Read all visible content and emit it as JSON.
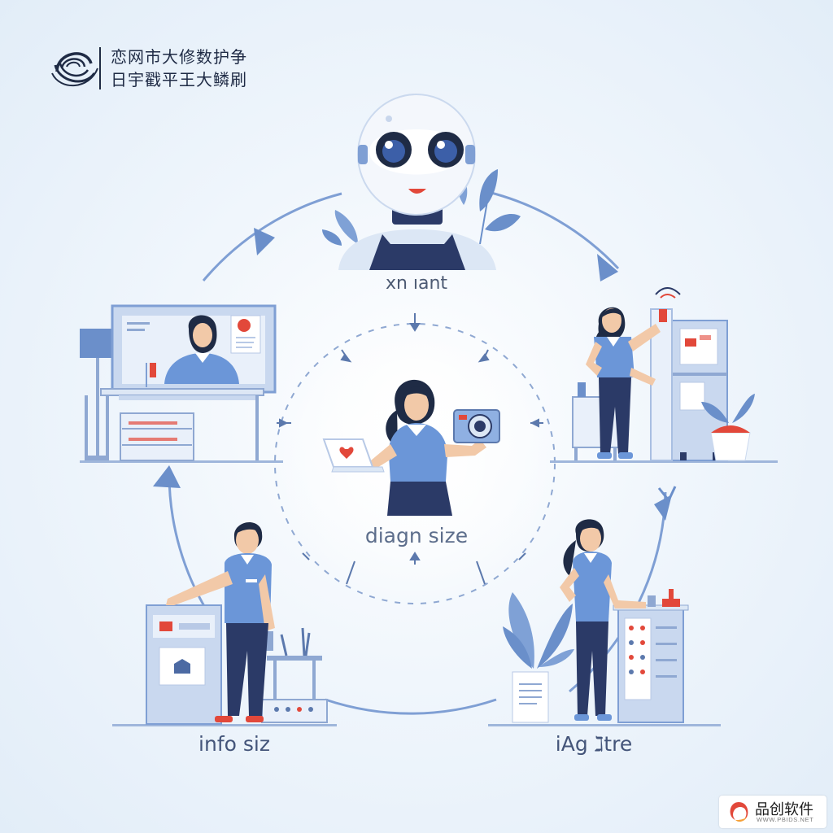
{
  "logo": {
    "line1": "恋网市大修数护争",
    "line2": "日宇戳平王大鳞刷"
  },
  "labels": {
    "top": "xn ıant",
    "center": "diagn size",
    "bottom_left": "info siz",
    "bottom_right": "iAg ℷtre"
  },
  "watermark": {
    "text": "品创软件",
    "url": "WWW.PBIDS.NET"
  },
  "colors": {
    "primary_blue": "#7ea2dd",
    "navy": "#2b3a67",
    "accent_red": "#e2483a",
    "arrow_blue": "#6b8fca"
  },
  "icons": {
    "logo": "swirl-logo-icon",
    "robot": "robot-icon",
    "camera": "camera-icon",
    "laptop": "laptop-icon",
    "plant": "plant-icon"
  }
}
